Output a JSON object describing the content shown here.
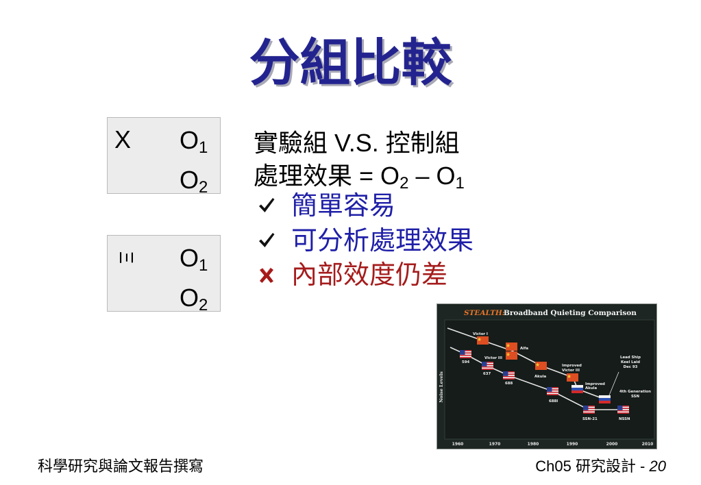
{
  "title": "分組比較",
  "colors": {
    "title": "#23238f",
    "bullet_text": "#1f1fa8",
    "warning_text": "#a51c1c",
    "box_fill": "#ececec"
  },
  "groups": [
    {
      "symbol": "X",
      "rows": [
        {
          "o": "O",
          "sub": "1"
        },
        {
          "o": "O",
          "sub": "2"
        }
      ]
    },
    {
      "symbol": "Ξ",
      "rows": [
        {
          "o": "O",
          "sub": "1"
        },
        {
          "o": "O",
          "sub": "2"
        }
      ]
    }
  ],
  "comparison": {
    "line1": "實驗組 V.S. 控制組",
    "effect": {
      "label": "處理效果 =",
      "term_a": "O",
      "sub_a": "2",
      "minus": "–",
      "term_b": "O",
      "sub_b": "1"
    }
  },
  "bullets": [
    {
      "icon": "checkmark-icon",
      "text": "簡單容易"
    },
    {
      "icon": "checkmark-icon",
      "text": "可分析處理效果"
    },
    {
      "icon": "cross-icon",
      "text": "內部效度仍差"
    }
  ],
  "figure": {
    "title_prefix": "STEALTH:",
    "title": "Broadband Quieting Comparison",
    "y_label": "Noise Levels",
    "x_ticks": [
      "1960",
      "1970",
      "1980",
      "1990",
      "2000",
      "2010"
    ],
    "labels": {
      "victor_i": "Victor I",
      "alfa": "Alfa",
      "s594": "594",
      "victor_iii": "Victor III",
      "s637": "637",
      "s688": "688",
      "akula": "Akula",
      "improved_victor_iii": [
        "Improved",
        "Victor III"
      ],
      "improved_akula": [
        "Improved",
        "Akula"
      ],
      "lead_ship": [
        "Lead Ship",
        "Keel Laid",
        "Dec 93"
      ],
      "fourth_gen": [
        "4th Generation",
        "SSN"
      ],
      "s688i": "688I",
      "ssn21": "SSN-21",
      "nssn": "NSSN"
    }
  },
  "footer": {
    "course": "科學研究與論文報告撰寫",
    "chapter": "Ch05 研究設計 -",
    "page": "20"
  }
}
